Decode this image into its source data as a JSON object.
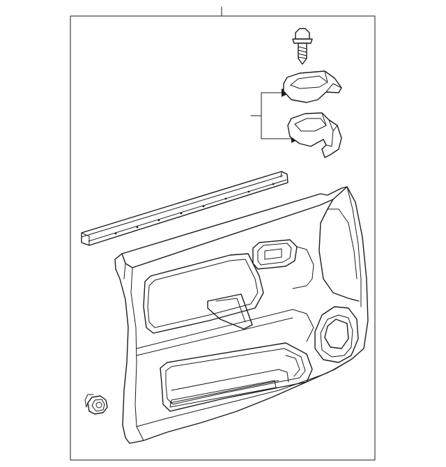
{
  "diagram": {
    "parts": [
      {
        "id": "door-trim-panel",
        "icon": "door-trim-panel-icon"
      },
      {
        "id": "bolt",
        "icon": "bolt-icon"
      },
      {
        "id": "armrest-cap-upper",
        "icon": "armrest-cap-icon"
      },
      {
        "id": "armrest-bracket-lower",
        "icon": "armrest-bracket-icon"
      },
      {
        "id": "belt-weatherstrip",
        "icon": "weatherstrip-icon"
      },
      {
        "id": "push-clip",
        "icon": "clip-icon"
      }
    ],
    "colors": {
      "line": "#1a1a1a",
      "background": "#ffffff"
    }
  }
}
